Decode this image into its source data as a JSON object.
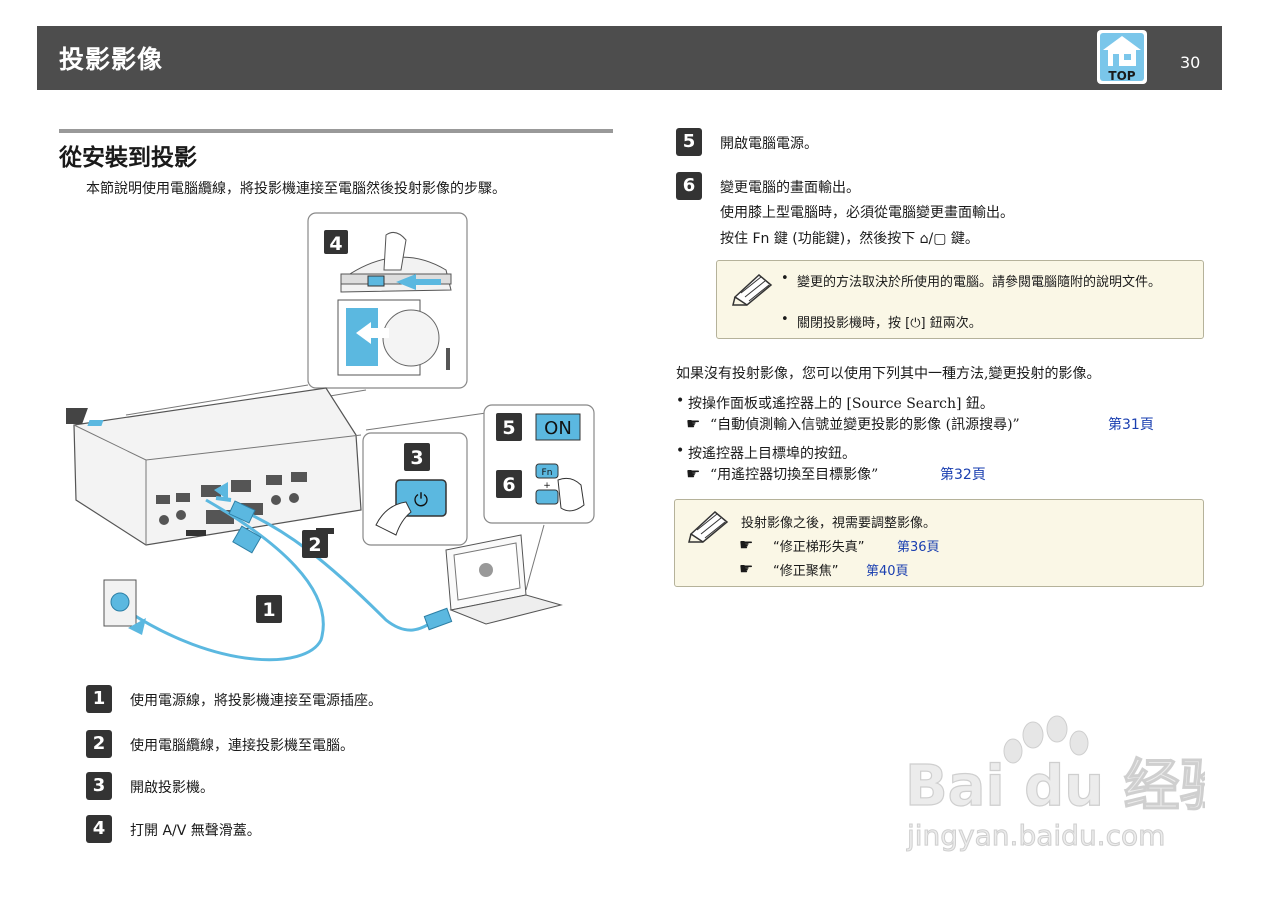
{
  "header": {
    "title": "投影影像",
    "top_icon_label": "TOP",
    "page_number": "30"
  },
  "section": {
    "title": "從安裝到投影",
    "intro": "本節說明使用電腦纜線，將投影機連接至電腦然後投射影像的步驟。"
  },
  "diagram": {
    "callouts": [
      "4",
      "3",
      "2",
      "1",
      "5",
      "6"
    ],
    "on_label": "ON",
    "fn_label": "Fn",
    "plus_label": "+",
    "power_symbol": "⏻"
  },
  "steps_left": [
    {
      "num": "1",
      "text": "使用電源線，將投影機連接至電源插座。"
    },
    {
      "num": "2",
      "text": "使用電腦纜線，連接投影機至電腦。"
    },
    {
      "num": "3",
      "text": "開啟投影機。"
    },
    {
      "num": "4",
      "text": "打開 A/V 無聲滑蓋。"
    }
  ],
  "steps_right": [
    {
      "num": "5",
      "text": "開啟電腦電源。"
    },
    {
      "num": "6",
      "text": "變更電腦的畫面輸出。"
    }
  ],
  "step6_details": [
    "使用膝上型電腦時，必須從電腦變更畫面輸出。",
    "按住 Fn 鍵 (功能鍵)，然後按下 ⌂/▢ 鍵。"
  ],
  "note1": {
    "bullets": [
      "變更的方法取決於所使用的電腦。請參閱電腦隨附的說明文件。",
      "關閉投影機時，按 [⏻] 鈕兩次。"
    ]
  },
  "no_image": {
    "lead": "如果沒有投射影像，您可以使用下列其中一種方法,變更投射的影像。",
    "bullet1": "按操作面板或遙控器上的 [Source Search] 鈕。",
    "ref1_text": "“自動偵測輸入信號並變更投影的影像 (訊源搜尋)”",
    "ref1_link": "第31頁",
    "bullet2": "按遙控器上目標埠的按鈕。",
    "ref2_text": "“用遙控器切換至目標影像”",
    "ref2_link": "第32頁"
  },
  "note2": {
    "line": "投射影像之後，視需要調整影像。",
    "ref1_text": "“修正梯形失真”",
    "ref1_link": "第36頁",
    "ref2_text": "“修正聚焦”",
    "ref2_link": "第40頁"
  },
  "watermark": {
    "brand": "Bai du 经验",
    "url": "jingyan.baidu.com"
  },
  "colors": {
    "header_bg": "#4d4d4d",
    "note_bg": "#faf7e6",
    "link": "#1a3fb0",
    "cable_blue": "#5bb8e0"
  },
  "icons": [
    "top-home-icon",
    "note-pen-icon",
    "pointing-hand-icon",
    "paw-icon"
  ]
}
